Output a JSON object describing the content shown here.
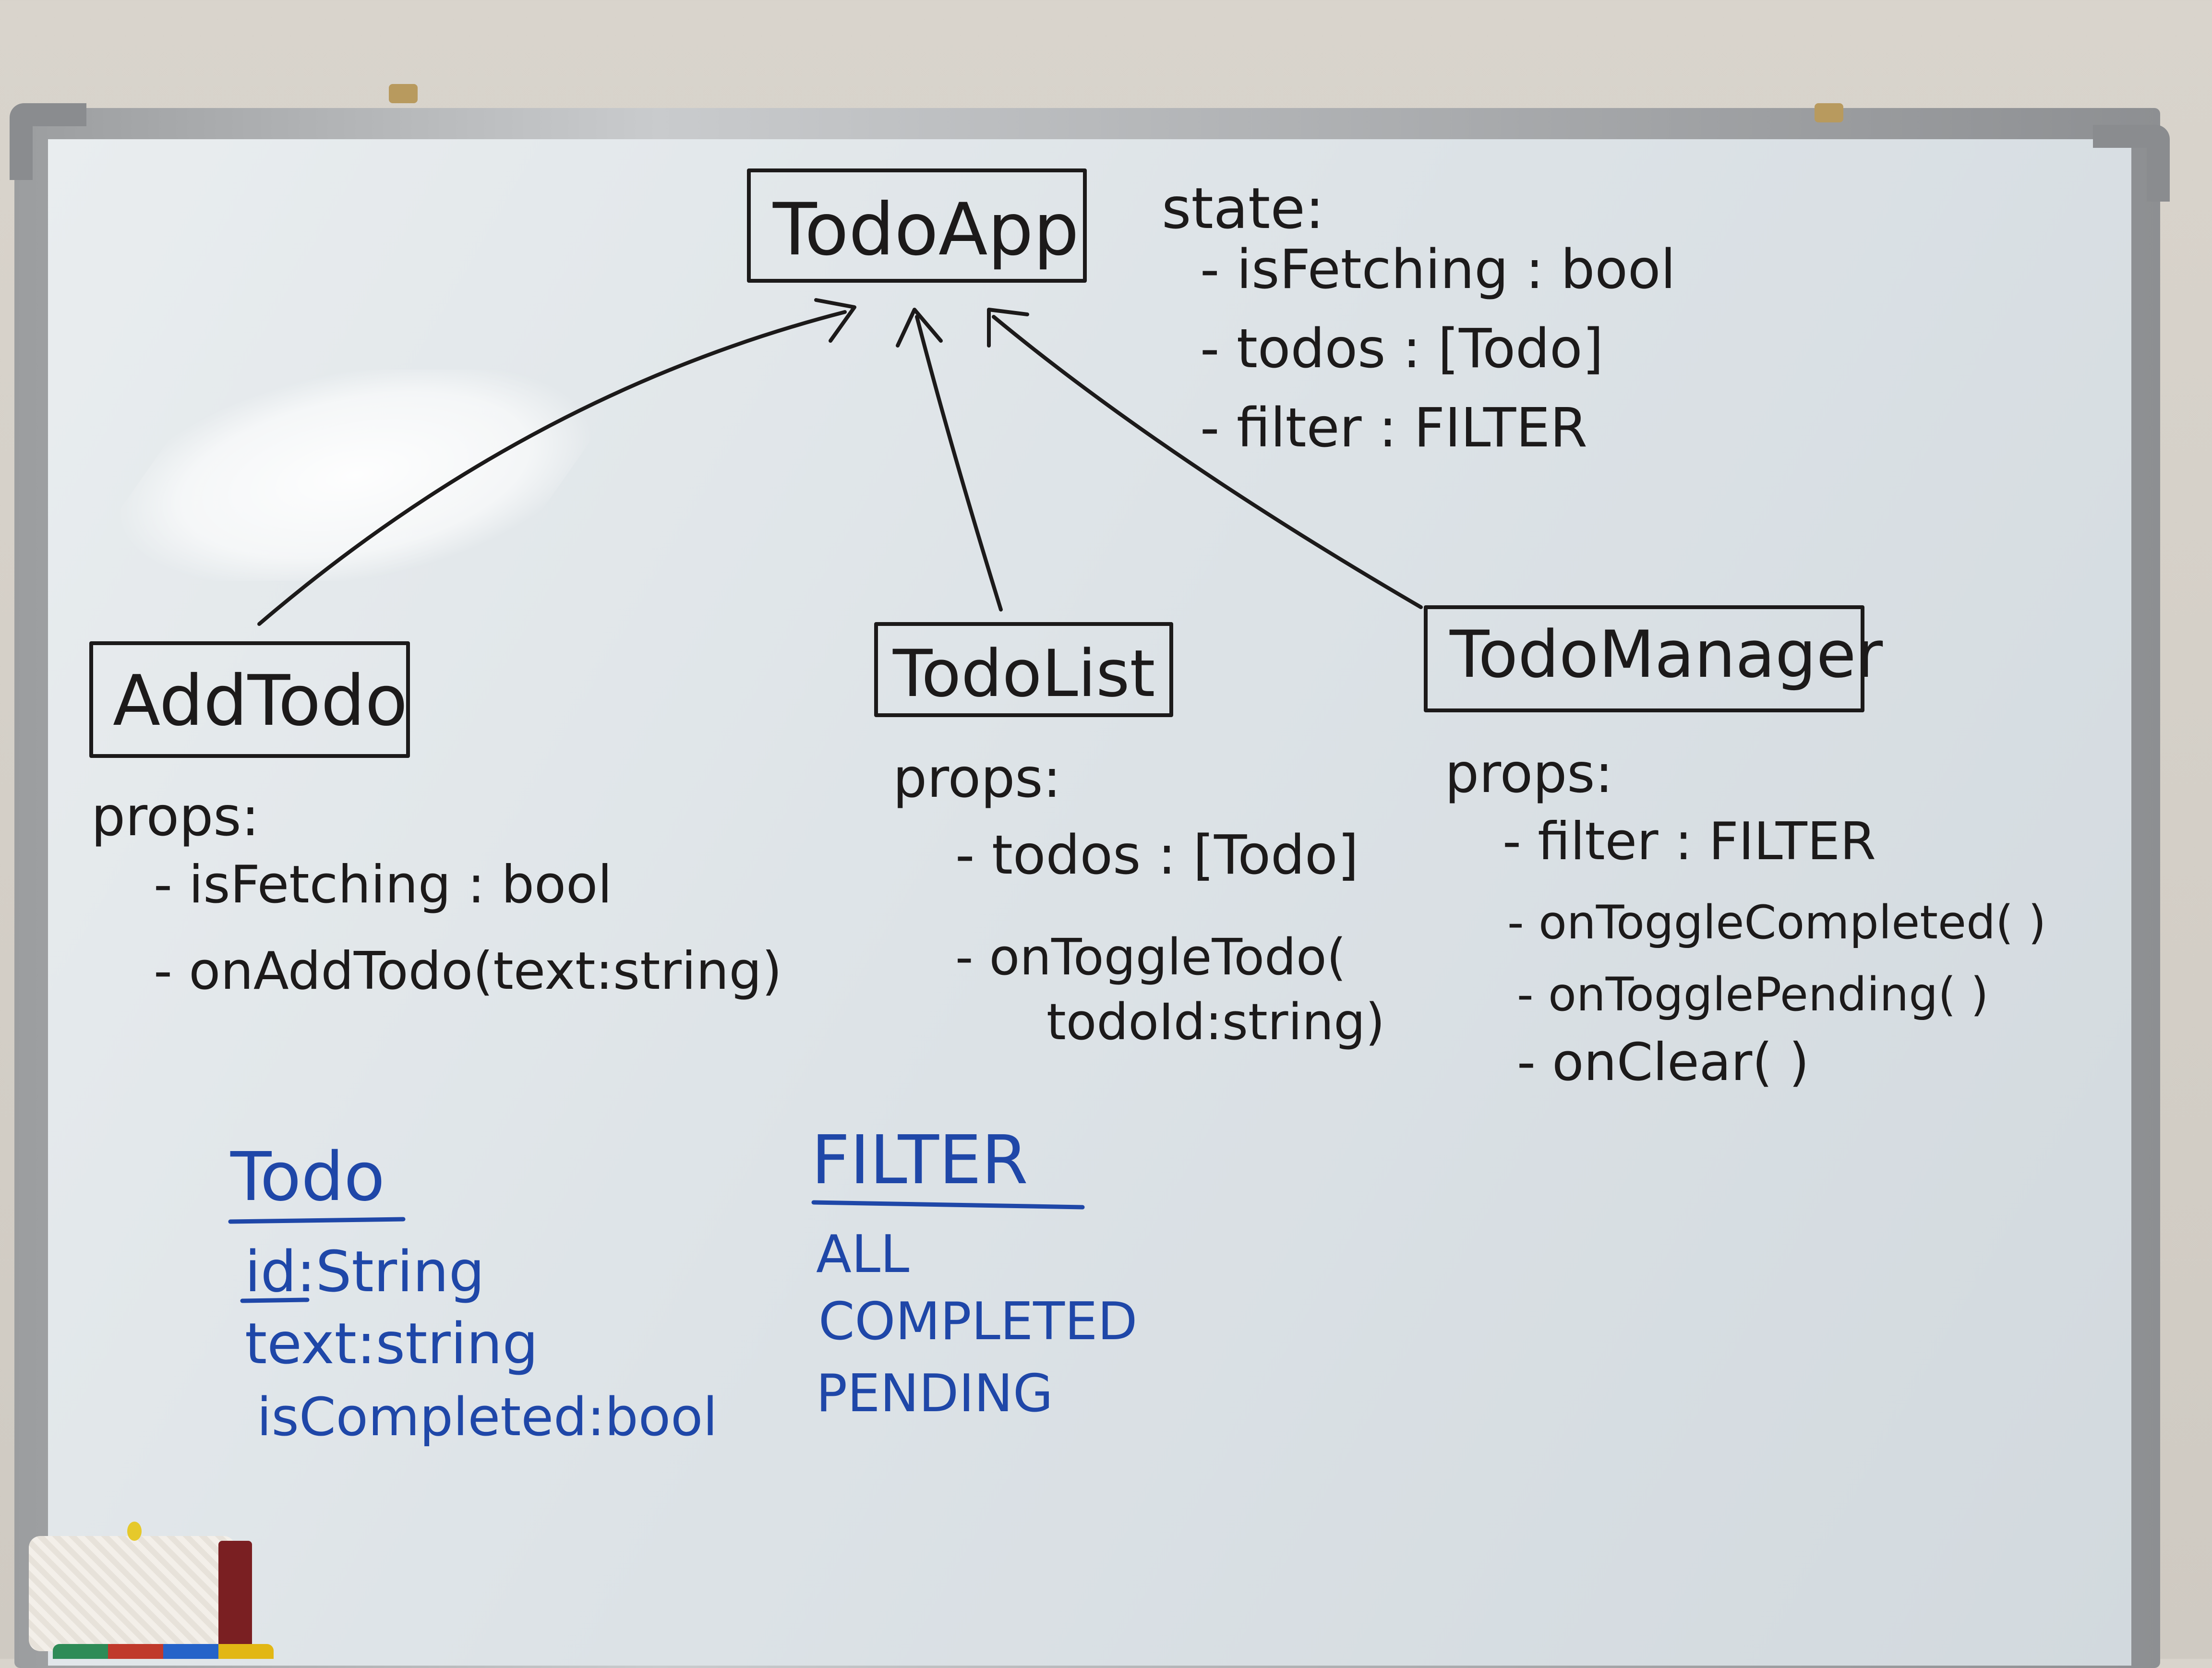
{
  "root": {
    "title": "TodoApp",
    "state_heading": "state:",
    "state_items": [
      "- isFetching : bool",
      "- todos : [Todo]",
      "- filter : FILTER"
    ]
  },
  "components": [
    {
      "title": "AddTodo",
      "props_heading": "props:",
      "props": [
        "- isFetching : bool",
        "- onAddTodo(text:string)"
      ]
    },
    {
      "title": "TodoList",
      "props_heading": "props:",
      "props": [
        "- todos : [Todo]",
        "- onToggleTodo(",
        "todoId:string)"
      ]
    },
    {
      "title": "TodoManager",
      "props_heading": "props:",
      "props": [
        "- filter : FILTER",
        "- onToggleCompleted( )",
        "- onTogglePending( )",
        "- onClear( )"
      ]
    }
  ],
  "types": {
    "todo": {
      "title": "Todo",
      "fields": [
        "id:String",
        "text:string",
        "isCompleted:bool"
      ]
    },
    "filter": {
      "title": "FILTER",
      "values": [
        "ALL",
        "COMPLETED",
        "PENDING"
      ]
    }
  },
  "colors": {
    "ink": "#1c1a1a",
    "blue_ink": "#1f47a8",
    "board": "#dde3e7"
  }
}
